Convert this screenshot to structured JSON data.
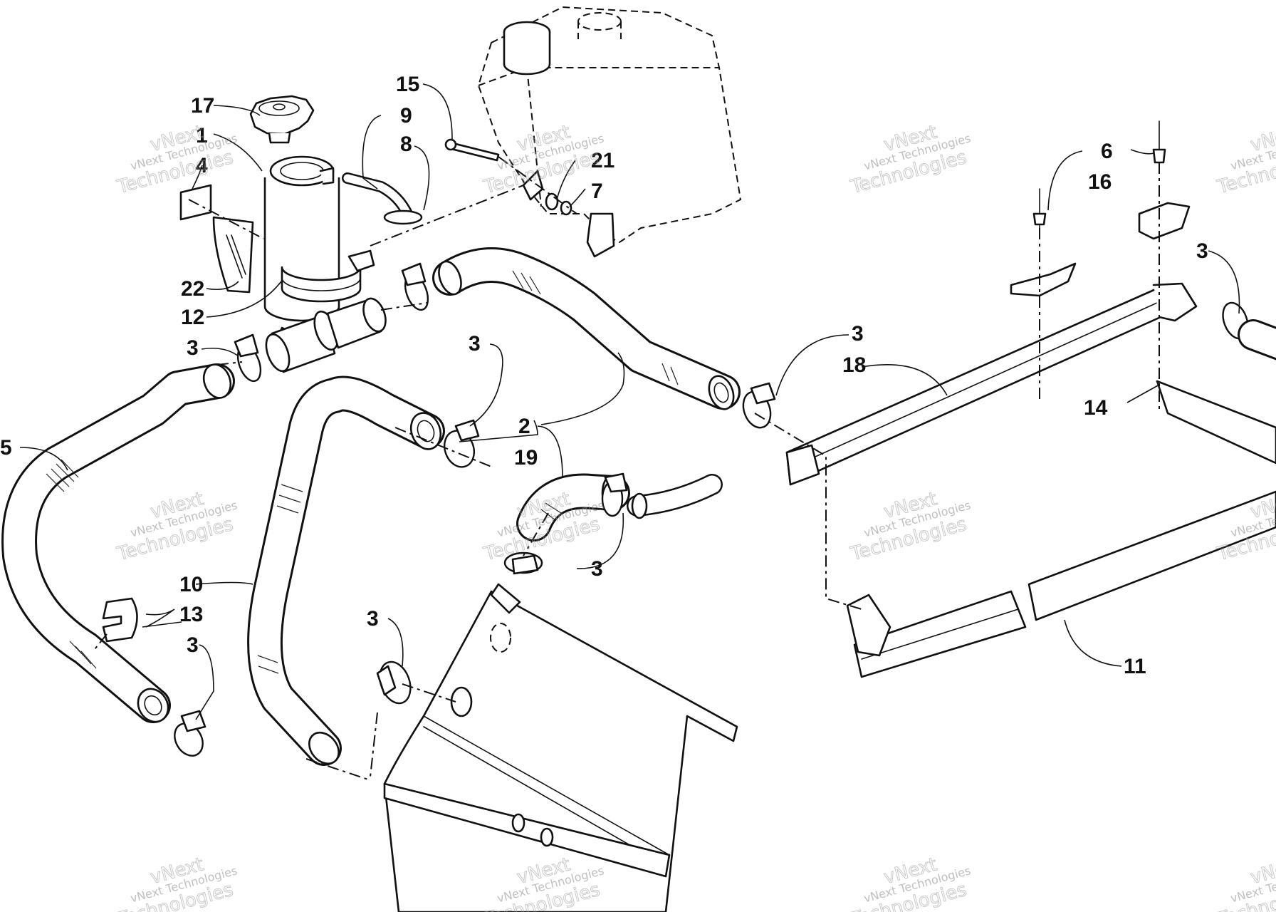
{
  "watermark": {
    "line1": "vNext Technologies",
    "line2": "vNext",
    "line3": "Technologies"
  },
  "callouts": {
    "c1": "1",
    "c2": "2",
    "c4": "4",
    "c5": "5",
    "c6": "6",
    "c7": "7",
    "c8": "8",
    "c9": "9",
    "c10": "10",
    "c11": "11",
    "c12": "12",
    "c13": "13",
    "c14": "14",
    "c15": "15",
    "c16": "16",
    "c17": "17",
    "c18": "18",
    "c19": "19",
    "c21": "21",
    "c22": "22",
    "c3a": "3",
    "c3b": "3",
    "c3c": "3",
    "c3d": "3",
    "c3e": "3",
    "c3f": "3",
    "c3g": "3"
  }
}
